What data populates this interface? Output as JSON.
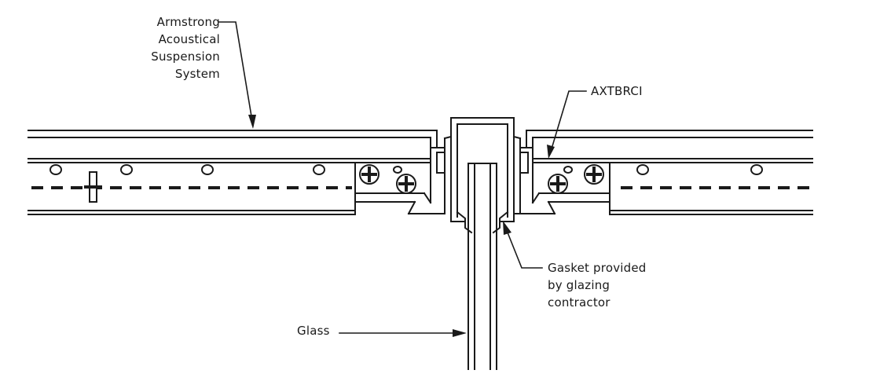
{
  "diagram": {
    "labels": {
      "armstrong_lines": [
        "Armstrong",
        "Acoustical",
        "Suspension",
        "System"
      ],
      "axtbrci": "AXTBRCI",
      "gasket_lines": [
        "Gasket provided",
        "by glazing",
        "contractor"
      ],
      "glass": "Glass"
    },
    "colors": {
      "line": "#1a1a1a",
      "background": "#ffffff"
    }
  }
}
